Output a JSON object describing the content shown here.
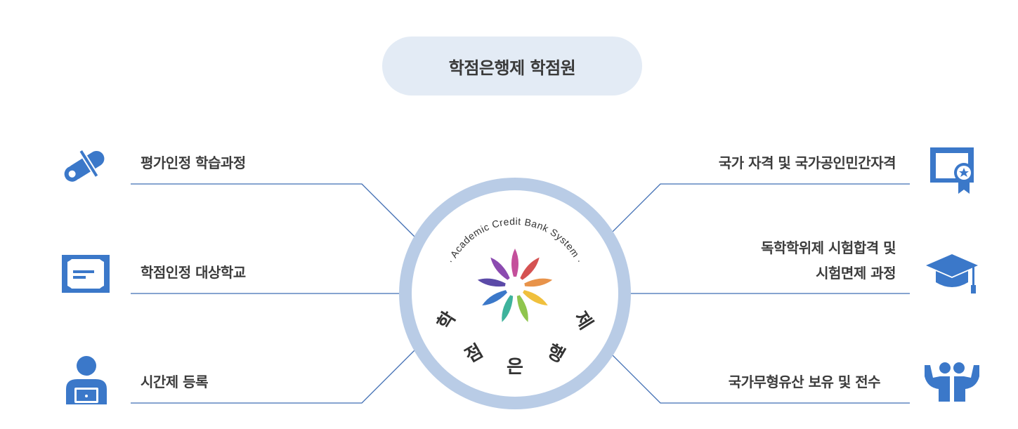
{
  "title": "학점은행제 학점원",
  "left_items": [
    {
      "label": "평가인정 학습과정",
      "icon": "diploma-scroll-icon"
    },
    {
      "label": "학점인정 대상학교",
      "icon": "certificate-frame-icon"
    },
    {
      "label": "시간제 등록",
      "icon": "person-laptop-icon"
    }
  ],
  "right_items": [
    {
      "label": "국가 자격 및 국가공인민간자격",
      "icon": "certificate-star-icon"
    },
    {
      "label_line1": "독학학위제 시험합격 및",
      "label_line2": "시험면제 과정",
      "icon": "graduation-cap-icon"
    },
    {
      "label": "국가무형유산 보유 및 전수",
      "icon": "people-cheering-icon"
    }
  ],
  "center": {
    "arc_text": "· Academic Credit Bank System ·",
    "chars": [
      "학",
      "점",
      "은",
      "행",
      "제"
    ]
  },
  "colors": {
    "line": "#3f6db3",
    "icon": "#3b78c9",
    "pill": "#e3ebf5",
    "ring": "#b9cce6"
  }
}
